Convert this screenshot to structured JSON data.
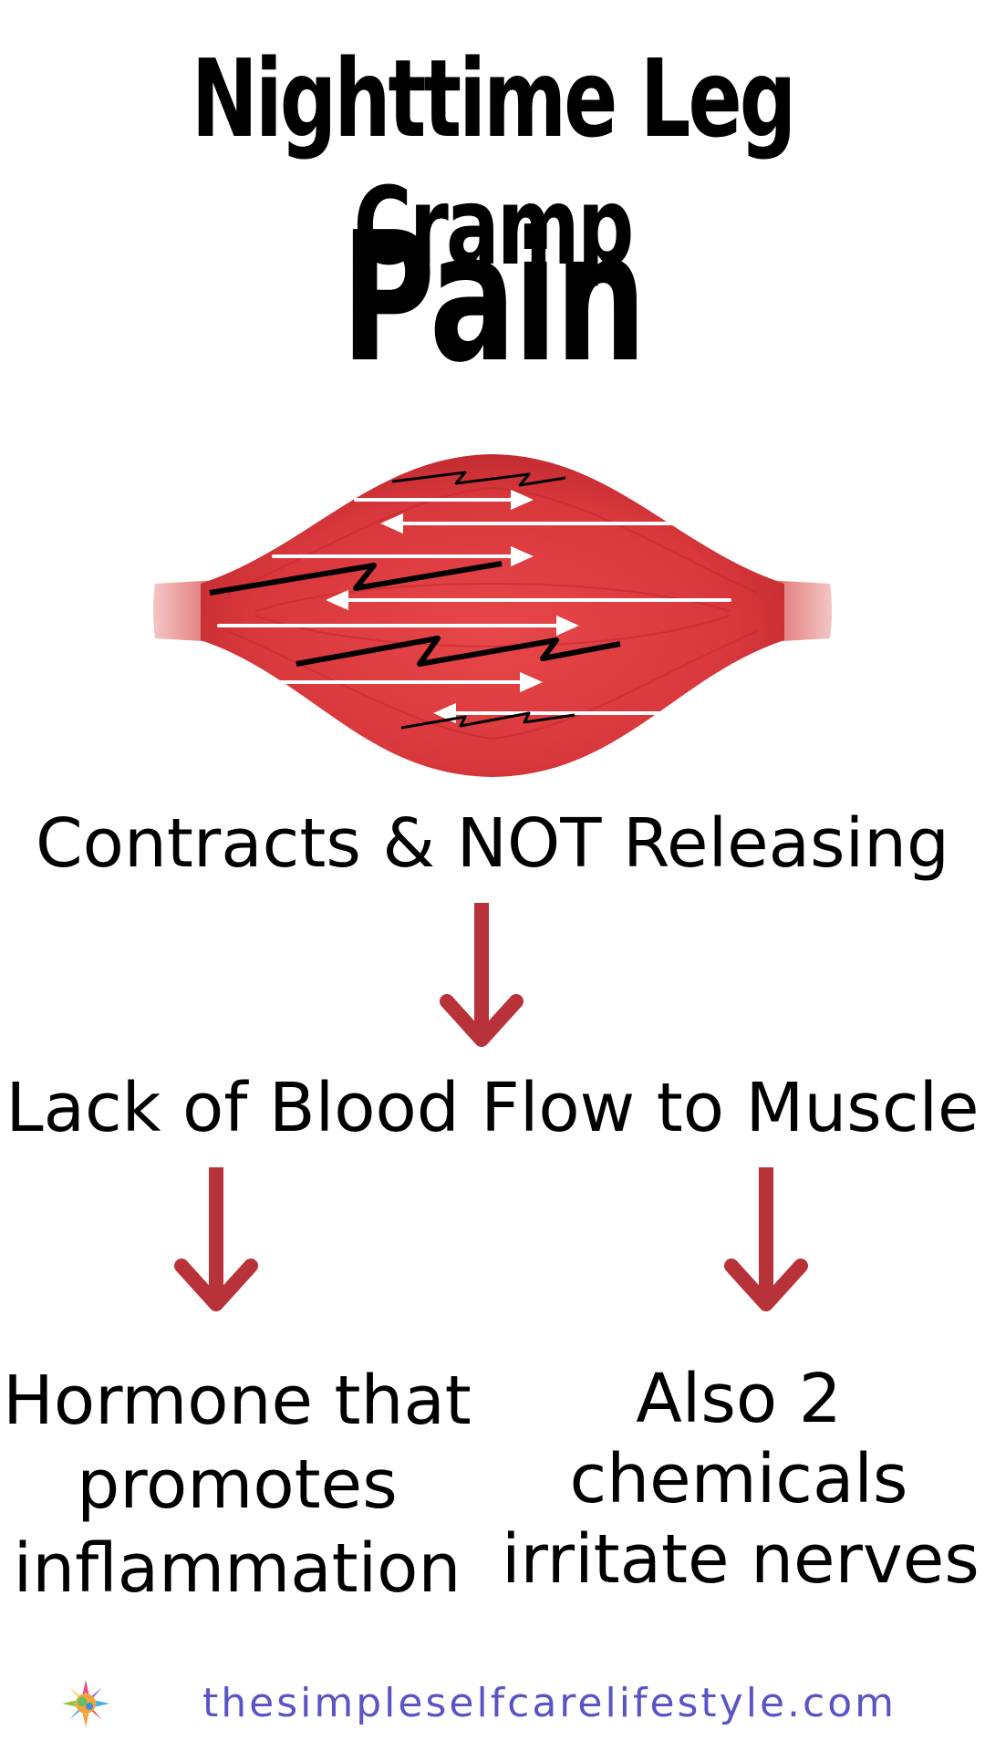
{
  "title": {
    "line1": "Nighttime Leg Cramp",
    "line2": "Pain"
  },
  "illustration": {
    "icon": "contracted-muscle-illustration",
    "muscle_color": "#d9383a",
    "arrow_color": "#ffffff",
    "spasm_line_color": "#000000"
  },
  "flow": {
    "step1": "Contracts & NOT Releasing",
    "step2": "Lack of Blood Flow to Muscle",
    "arrow_color": "#b8323a",
    "branches": {
      "left": [
        "Hormone that",
        "promotes",
        "inflammation"
      ],
      "right": [
        "Also 2",
        "chemicals",
        "irritate nerves."
      ]
    }
  },
  "footer": {
    "logo_icon": "sun-mandala-logo",
    "url": "thesimpleselfcarelifestyle.com",
    "url_color": "#5a54c4"
  }
}
